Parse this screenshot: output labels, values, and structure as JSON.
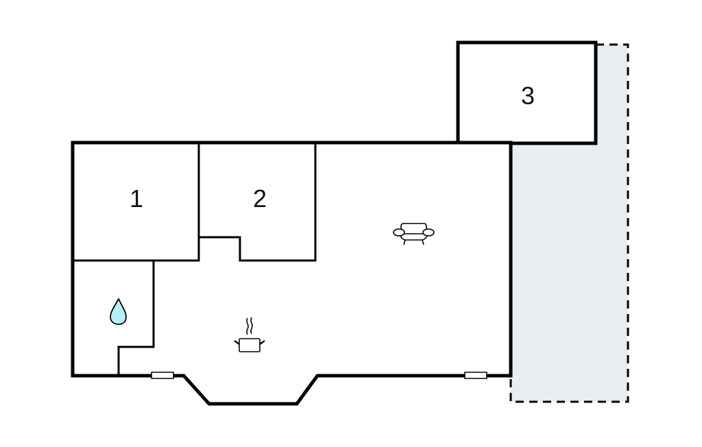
{
  "floorplan": {
    "rooms": [
      {
        "label": "1",
        "type": "bedroom"
      },
      {
        "label": "2",
        "type": "bedroom"
      },
      {
        "label": "3",
        "type": "bedroom"
      }
    ],
    "icons": {
      "living": "sofa-icon",
      "kitchen": "cooking-pot-icon",
      "bathroom": "water-drop-icon"
    },
    "colors": {
      "wall": "#000000",
      "terrace_fill": "#e8eef0",
      "water_drop": "#b3f1f7",
      "background": "#ffffff"
    }
  }
}
